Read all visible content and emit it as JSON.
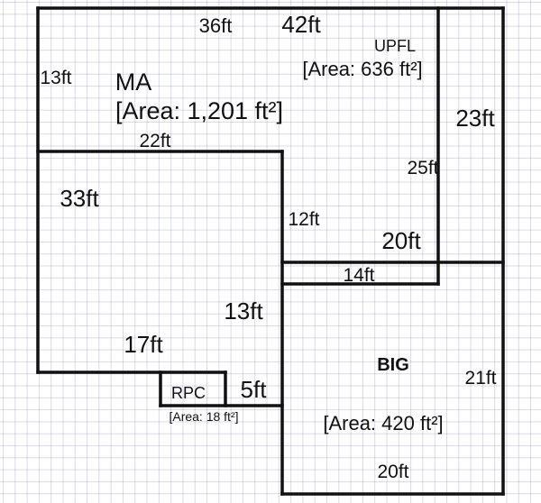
{
  "rooms": {
    "ma": {
      "name": "MA",
      "area": "[Area: 1,201 ft²]"
    },
    "upfl": {
      "name": "UPFL",
      "area": "[Area: 636 ft²]"
    },
    "big": {
      "name": "BIG",
      "area": "[Area: 420 ft²]"
    },
    "rpc": {
      "name": "RPC",
      "area": "[Area: 18 ft²]"
    }
  },
  "dimensions": {
    "d36": "36ft",
    "d42": "42ft",
    "d13a": "13ft",
    "d22": "22ft",
    "d33": "33ft",
    "d23": "23ft",
    "d25": "25ft",
    "d12": "12ft",
    "d20a": "20ft",
    "d14": "14ft",
    "d13b": "13ft",
    "d17": "17ft",
    "d5": "5ft",
    "d21": "21ft",
    "d20b": "20ft"
  }
}
